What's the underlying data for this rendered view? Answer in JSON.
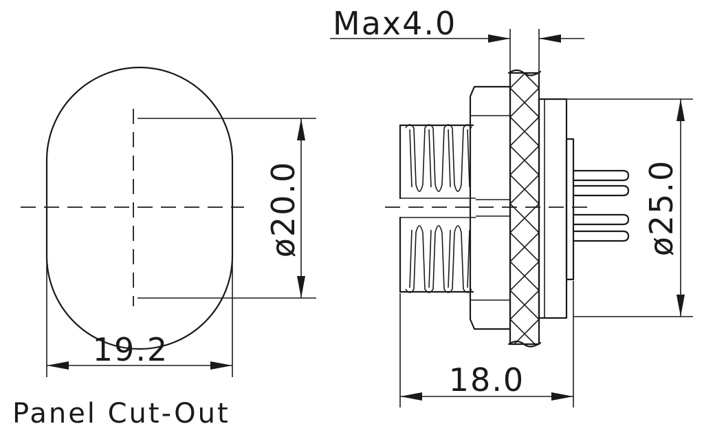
{
  "labels": {
    "caption": "Panel Cut-Out",
    "cutout_width": "19.2",
    "cutout_diameter": "ø20.0",
    "panel_thickness": "Max4.0",
    "body_length": "18.0",
    "flange_diameter": "ø25.0"
  },
  "colors": {
    "line": "#1a1a1a",
    "background": "#ffffff"
  }
}
